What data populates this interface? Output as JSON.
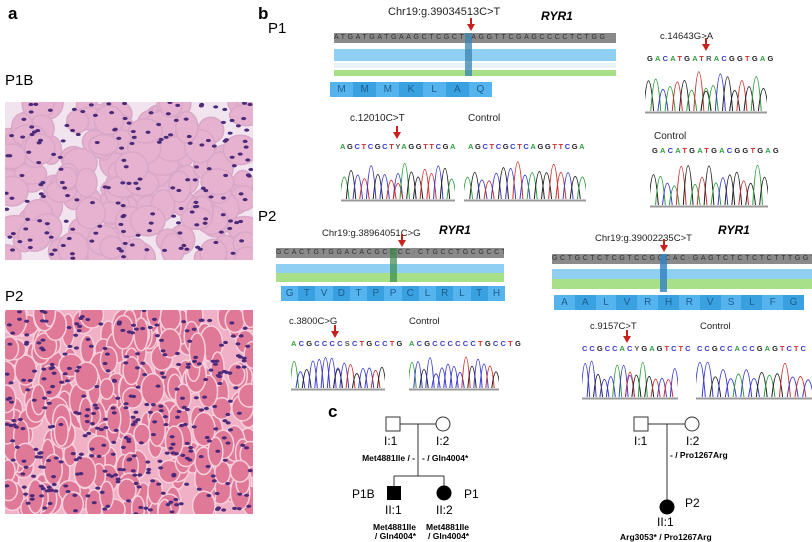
{
  "panel_a": {
    "label": "a",
    "images": [
      {
        "label": "P1B"
      },
      {
        "label": "P2"
      }
    ]
  },
  "panel_b": {
    "label": "b",
    "p1": {
      "label": "P1",
      "igv": {
        "variant": "Chr19:g.39034513C>T",
        "gene": "RYR1",
        "reference": "ATGATGATGAAGCTCGCT·AGGTTCGAGCCCCTCTGG",
        "protein": [
          "M",
          "M",
          "M",
          "K",
          "L",
          "A",
          "Q"
        ]
      },
      "chrom_a": {
        "variant": "c.12010C>T",
        "sequence": "AGCTCGCTYAGGTTCGA",
        "control_label": "Control",
        "control_sequence": "AGCTCGCTCAGGTTCGA"
      },
      "chrom_b": {
        "variant": "c.14643G>A",
        "sequence": "GACATGATRACGGTGAG",
        "control_label": "Control",
        "control_sequence": "GACATGATGACGGTGAG"
      }
    },
    "p2": {
      "label": "P2",
      "igv_a": {
        "variant": "Chr19:g.38964051C>G",
        "gene": "RYR1",
        "reference": "GCACTGTGGACACGCCCC·CTGCCTGCGCCTGACCCA",
        "protein": [
          "G",
          "T",
          "V",
          "D",
          "T",
          "P",
          "P",
          "C",
          "L",
          "R",
          "L",
          "T",
          "H"
        ]
      },
      "igv_b": {
        "variant": "Chr19:g.39002235C>T",
        "gene": "RYR1",
        "reference": "GCTGCTCTCGTCCGCCAC·GAGTCTCTCTCTTTGGTA",
        "protein": [
          "A",
          "A",
          "L",
          "V",
          "R",
          "H",
          "R",
          "V",
          "S",
          "L",
          "F",
          "G"
        ]
      },
      "chrom_a": {
        "variant": "c.3800C>G",
        "sequence": "ACGCCCCSCTGCCTG",
        "control_label": "Control",
        "control_sequence": "ACGCCCCCCTGCCTG"
      },
      "chrom_b": {
        "variant": "c.9157C>T",
        "sequence": "CCGCCACYGAGTCTC",
        "control_label": "Control",
        "control_sequence": "CCGCCACCGAGTCTC"
      }
    }
  },
  "panel_c": {
    "label": "c",
    "family1": {
      "father": "I:1",
      "mother": "I:2",
      "father_genotype": "Met4881Ile / -",
      "mother_genotype": "- / Gln4004*",
      "children": [
        {
          "id": "II:1",
          "patient": "P1B",
          "sex": "male",
          "affected": true,
          "genotype_line1": "Met4881Ile",
          "genotype_line2": "/ Gln4004*"
        },
        {
          "id": "II:2",
          "patient": "P1",
          "sex": "female",
          "affected": true,
          "genotype_line1": "Met4881Ile",
          "genotype_line2": "/ Gln4004*"
        }
      ]
    },
    "family2": {
      "father": "I:1",
      "mother": "I:2",
      "mother_genotype": "- / Pro1267Arg",
      "child": {
        "id": "II:1",
        "patient": "P2",
        "sex": "female",
        "affected": true,
        "genotype": "Arg3053* / Pro1267Arg"
      }
    }
  },
  "colors": {
    "A": "#2e9e3e",
    "C": "#3a3ad0",
    "G": "#222222",
    "T": "#d03030",
    "arrow": "#c8201c",
    "he_pink": "#e8a6c8",
    "nucleus": "#4a2a7a"
  }
}
